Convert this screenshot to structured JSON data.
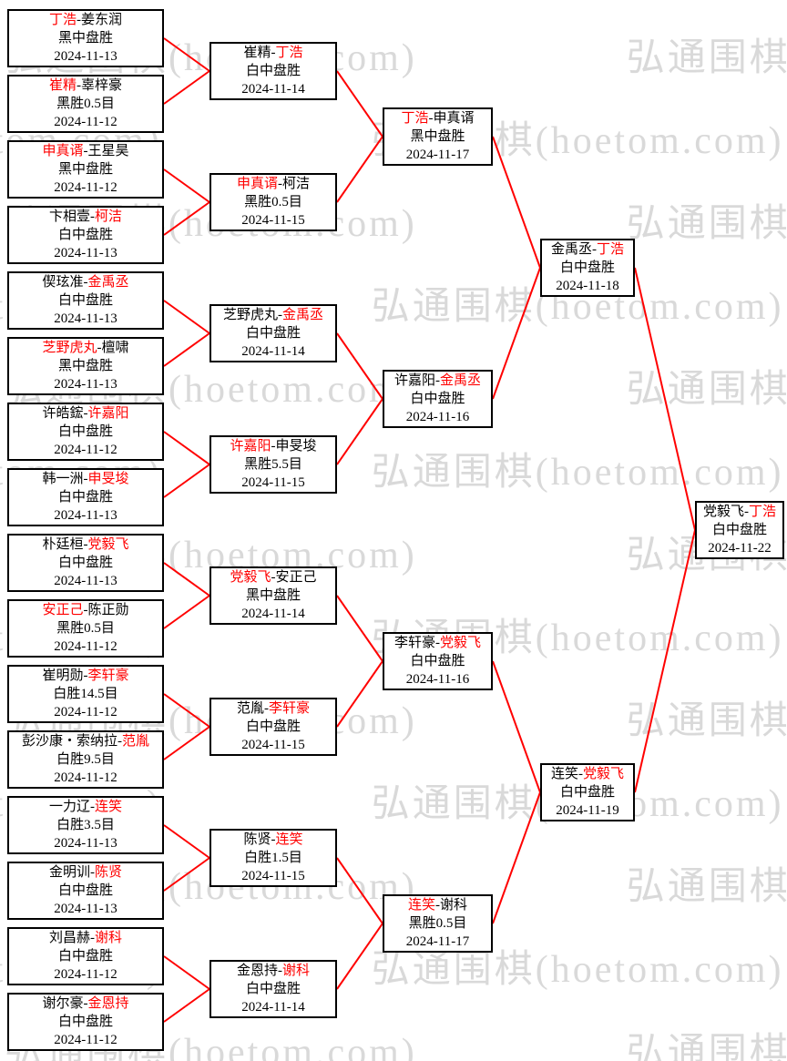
{
  "watermark": {
    "text": "弘通围棋(hoetom.com)"
  },
  "colors": {
    "connector": "#ff0000",
    "winner_name": "#ff0000",
    "text": "#000000",
    "box_border": "#000000",
    "box_background": "#ffffff",
    "watermark": "#d9d9d9"
  },
  "bracket": {
    "rounds": [
      {
        "name": "round-of-32",
        "matches": [
          {
            "p1": "丁浩",
            "p2": "姜东润",
            "winner": 1,
            "result": "黑中盘胜",
            "date": "2024-11-13"
          },
          {
            "p1": "崔精",
            "p2": "辜梓豪",
            "winner": 1,
            "result": "黑胜0.5目",
            "date": "2024-11-12"
          },
          {
            "p1": "申真谞",
            "p2": "王星昊",
            "winner": 1,
            "result": "黑中盘胜",
            "date": "2024-11-12"
          },
          {
            "p1": "卞相壹",
            "p2": "柯洁",
            "winner": 2,
            "result": "白中盘胜",
            "date": "2024-11-13"
          },
          {
            "p1": "偰玹准",
            "p2": "金禹丞",
            "winner": 2,
            "result": "白中盘胜",
            "date": "2024-11-13"
          },
          {
            "p1": "芝野虎丸",
            "p2": "檀啸",
            "winner": 1,
            "result": "黑中盘胜",
            "date": "2024-11-13"
          },
          {
            "p1": "许皓鋐",
            "p2": "许嘉阳",
            "winner": 2,
            "result": "白中盘胜",
            "date": "2024-11-12"
          },
          {
            "p1": "韩一洲",
            "p2": "申旻埈",
            "winner": 2,
            "result": "白中盘胜",
            "date": "2024-11-13"
          },
          {
            "p1": "朴廷桓",
            "p2": "党毅飞",
            "winner": 2,
            "result": "白中盘胜",
            "date": "2024-11-13"
          },
          {
            "p1": "安正己",
            "p2": "陈正勋",
            "winner": 1,
            "result": "黑胜0.5目",
            "date": "2024-11-12"
          },
          {
            "p1": "崔明勋",
            "p2": "李轩豪",
            "winner": 2,
            "result": "白胜14.5目",
            "date": "2024-11-12"
          },
          {
            "p1": "彭沙康・索纳拉",
            "p2": "范胤",
            "winner": 2,
            "result": "白胜9.5目",
            "date": "2024-11-12"
          },
          {
            "p1": "一力辽",
            "p2": "连笑",
            "winner": 2,
            "result": "白胜3.5目",
            "date": "2024-11-13"
          },
          {
            "p1": "金明训",
            "p2": "陈贤",
            "winner": 2,
            "result": "白中盘胜",
            "date": "2024-11-13"
          },
          {
            "p1": "刘昌赫",
            "p2": "谢科",
            "winner": 2,
            "result": "白中盘胜",
            "date": "2024-11-12"
          },
          {
            "p1": "谢尔豪",
            "p2": "金恩持",
            "winner": 2,
            "result": "白中盘胜",
            "date": "2024-11-12"
          }
        ]
      },
      {
        "name": "round-of-16",
        "matches": [
          {
            "p1": "崔精",
            "p2": "丁浩",
            "winner": 2,
            "result": "白中盘胜",
            "date": "2024-11-14"
          },
          {
            "p1": "申真谞",
            "p2": "柯洁",
            "winner": 1,
            "result": "黑胜0.5目",
            "date": "2024-11-15"
          },
          {
            "p1": "芝野虎丸",
            "p2": "金禹丞",
            "winner": 2,
            "result": "白中盘胜",
            "date": "2024-11-14"
          },
          {
            "p1": "许嘉阳",
            "p2": "申旻埈",
            "winner": 1,
            "result": "黑胜5.5目",
            "date": "2024-11-15"
          },
          {
            "p1": "党毅飞",
            "p2": "安正己",
            "winner": 1,
            "result": "黑中盘胜",
            "date": "2024-11-14"
          },
          {
            "p1": "范胤",
            "p2": "李轩豪",
            "winner": 2,
            "result": "白中盘胜",
            "date": "2024-11-15"
          },
          {
            "p1": "陈贤",
            "p2": "连笑",
            "winner": 2,
            "result": "白胜1.5目",
            "date": "2024-11-15"
          },
          {
            "p1": "金恩持",
            "p2": "谢科",
            "winner": 2,
            "result": "白中盘胜",
            "date": "2024-11-14"
          }
        ]
      },
      {
        "name": "quarterfinal",
        "matches": [
          {
            "p1": "丁浩",
            "p2": "申真谞",
            "winner": 1,
            "result": "黑中盘胜",
            "date": "2024-11-17"
          },
          {
            "p1": "许嘉阳",
            "p2": "金禹丞",
            "winner": 2,
            "result": "白中盘胜",
            "date": "2024-11-16"
          },
          {
            "p1": "李轩豪",
            "p2": "党毅飞",
            "winner": 2,
            "result": "白中盘胜",
            "date": "2024-11-16"
          },
          {
            "p1": "连笑",
            "p2": "谢科",
            "winner": 1,
            "result": "黑胜0.5目",
            "date": "2024-11-17"
          }
        ]
      },
      {
        "name": "semifinal",
        "matches": [
          {
            "p1": "金禹丞",
            "p2": "丁浩",
            "winner": 2,
            "result": "白中盘胜",
            "date": "2024-11-18"
          },
          {
            "p1": "连笑",
            "p2": "党毅飞",
            "winner": 2,
            "result": "白中盘胜",
            "date": "2024-11-19"
          }
        ]
      },
      {
        "name": "final",
        "matches": [
          {
            "p1": "党毅飞",
            "p2": "丁浩",
            "winner": 2,
            "result": "白中盘胜",
            "date": "2024-11-22"
          }
        ]
      }
    ]
  }
}
